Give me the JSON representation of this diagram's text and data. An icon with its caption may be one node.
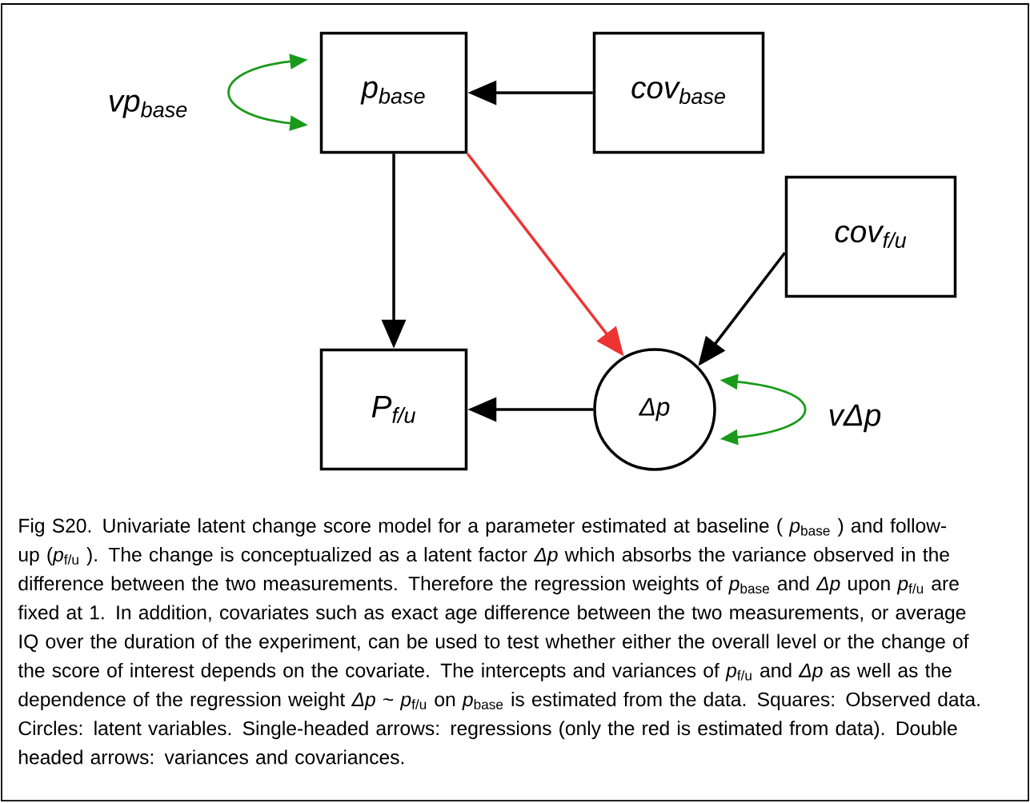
{
  "diagram": {
    "caption": "Fig S20. Univariate latent change score model for a parameter estimated at baseline ( *p*$_{base}$ ) and follow-up (*p*$_{f/u}$ ). The change is conceptualized as a latent factor *Δp* which absorbs the variance observed in the difference between the two measurements. Therefore the regression weights of *p*$_{base}$ and *Δp* upon *p*$_{f/u}$ are fixed at 1. In addition, covariates such as exact age difference between the two measurements, or average IQ over the duration of the experiment, can be used to test whether either the overall level or the change of the score of interest depends on the covariate. The intercepts and variances of *p*$_{f/u}$ and *Δp* as well as the dependence of the regression weight *Δp* ~ *p*$_{f/u}$ on *p*$_{base}$ is estimated from the data. Squares: Observed data. Circles: latent variables. Single-headed arrows: regressions (only the red is estimated from data). Double headed arrows: variances and covariances.",
    "nodes": [
      {
        "text": [
          "p$_{base}$"
        ]
      },
      {
        "text": [
          "cov$_{base}$"
        ]
      },
      {
        "text": [
          "cov$_{f/u}$"
        ]
      },
      {
        "text": [
          "P$_{f/u}$"
        ]
      },
      {
        "text": [
          "Δp"
        ]
      }
    ],
    "edges": [
      {
        "from": 1,
        "to": 0,
        "arrow": "to"
      },
      {
        "from": 0,
        "to": 3,
        "arrow": "to"
      },
      {
        "from": 0,
        "to": 4,
        "arrow": "to",
        "color": "#ee3333"
      },
      {
        "from": 2,
        "to": 4,
        "arrow": "to"
      },
      {
        "from": 4,
        "to": 3,
        "arrow": "to"
      },
      {
        "from": 0,
        "to": 0,
        "arrow": "both",
        "color": "#1a9a1a",
        "label": "vp$_{base}$"
      },
      {
        "from": 4,
        "to": 4,
        "arrow": "both",
        "color": "#1a9a1a",
        "label": "vΔp"
      }
    ]
  }
}
